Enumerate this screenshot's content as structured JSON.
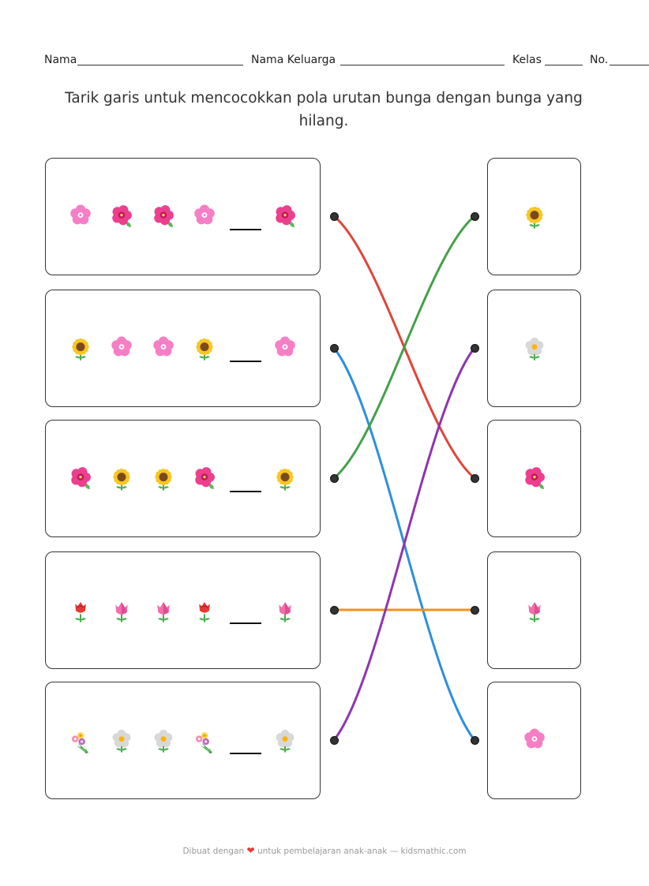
{
  "header": {
    "name_label": "Nama",
    "family_label": "Nama Keluarga",
    "class_label": "Kelas",
    "number_label": "No."
  },
  "instruction": "Tarik garis untuk mencocokkan pola urutan bunga dengan bunga yang hilang.",
  "rows": [
    {
      "sequence": [
        "cherry-blossom",
        "hibiscus",
        "hibiscus",
        "cherry-blossom",
        "blank",
        "hibiscus"
      ]
    },
    {
      "sequence": [
        "sunflower",
        "cherry-blossom",
        "cherry-blossom",
        "sunflower",
        "blank",
        "cherry-blossom"
      ]
    },
    {
      "sequence": [
        "hibiscus",
        "sunflower",
        "sunflower",
        "hibiscus",
        "blank",
        "sunflower"
      ]
    },
    {
      "sequence": [
        "rose",
        "tulip",
        "tulip",
        "rose",
        "blank",
        "tulip"
      ]
    },
    {
      "sequence": [
        "bouquet",
        "white-flower",
        "white-flower",
        "bouquet",
        "blank",
        "white-flower"
      ]
    }
  ],
  "answers": [
    "sunflower",
    "white-flower",
    "hibiscus",
    "tulip",
    "cherry-blossom"
  ],
  "connections": [
    {
      "from": 0,
      "to": 2,
      "color": "#e0443a"
    },
    {
      "from": 1,
      "to": 4,
      "color": "#2d8ee0"
    },
    {
      "from": 2,
      "to": 0,
      "color": "#43a047"
    },
    {
      "from": 3,
      "to": 3,
      "color": "#f0921e"
    },
    {
      "from": 4,
      "to": 1,
      "color": "#8e35b0"
    }
  ],
  "footer": {
    "before": "Dibuat dengan",
    "heart_icon": "heart-icon",
    "after": "untuk pembelajaran anak-anak — kidsmathic.com"
  }
}
